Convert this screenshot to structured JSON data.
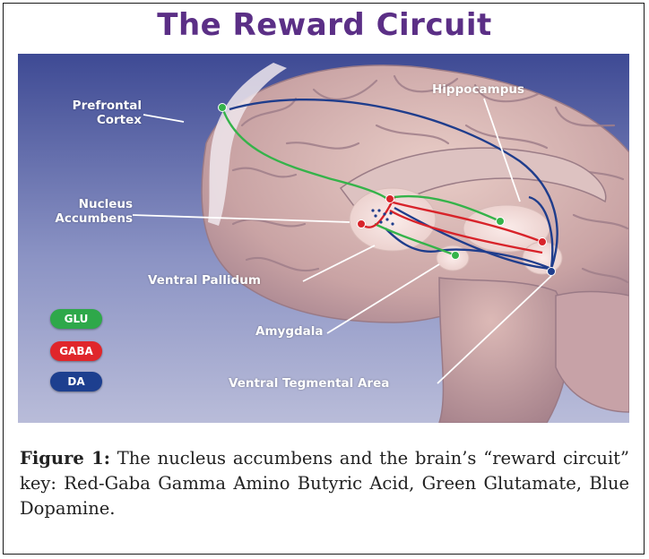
{
  "title": "The Reward Circuit",
  "labels": {
    "prefrontal_line1": "Prefrontal",
    "prefrontal_line2": "Cortex",
    "hippocampus": "Hippocampus",
    "nucleus_line1": "Nucleus",
    "nucleus_line2": "Accumbens",
    "ventral_pallidum": "Ventral Pallidum",
    "amygdala": "Amygdala",
    "vta": "Ventral Tegmental Area"
  },
  "legend": [
    {
      "label": "GLU",
      "color": "#2ea84a"
    },
    {
      "label": "GABA",
      "color": "#e0262b"
    },
    {
      "label": "DA",
      "color": "#1d3f8f"
    }
  ],
  "pathway_colors": {
    "glutamate": "#35b34a",
    "gaba": "#d8232a",
    "dopamine": "#1f3d8c"
  },
  "caption": {
    "label": "Figure 1:",
    "text": " The nucleus accumbens and the brain’s “reward circuit” key: Red-Gaba Gamma Amino Butyric Acid, Green Glutamate, Blue Dopamine."
  }
}
